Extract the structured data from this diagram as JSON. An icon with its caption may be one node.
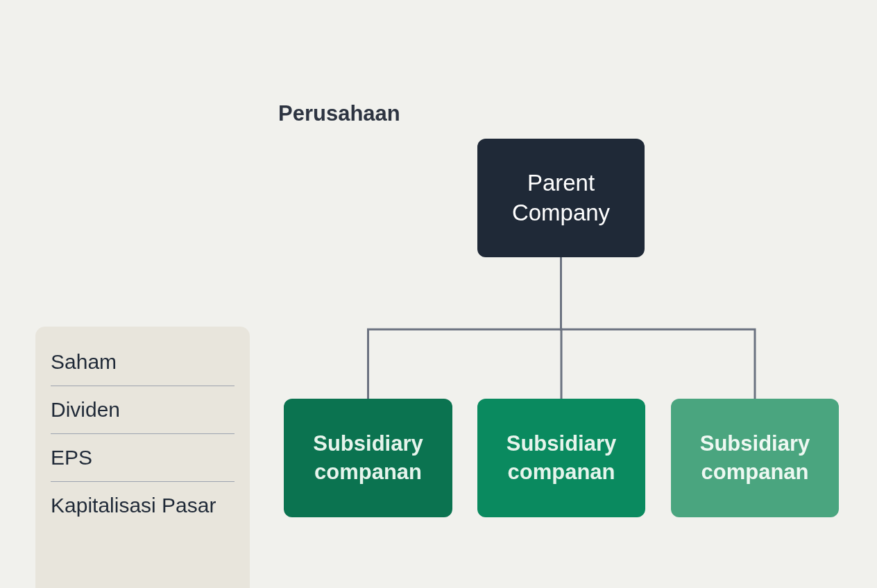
{
  "diagram": {
    "title": "Perusahaan",
    "nodes": [
      {
        "text": [
          "Parent Company"
        ]
      },
      {
        "text": [
          "Subsidiary companan"
        ]
      },
      {
        "text": [
          "Subsidiary companan"
        ]
      },
      {
        "text": [
          "Subsidiary companan"
        ]
      },
      {
        "text": [
          "Saham",
          "Dividen",
          "EPS",
          "Kapitalisasi Pasar"
        ]
      }
    ],
    "edges": [
      {
        "from": 0,
        "to": 1,
        "arrow": "none"
      },
      {
        "from": 0,
        "to": 2,
        "arrow": "none"
      },
      {
        "from": 0,
        "to": 3,
        "arrow": "none"
      }
    ]
  }
}
